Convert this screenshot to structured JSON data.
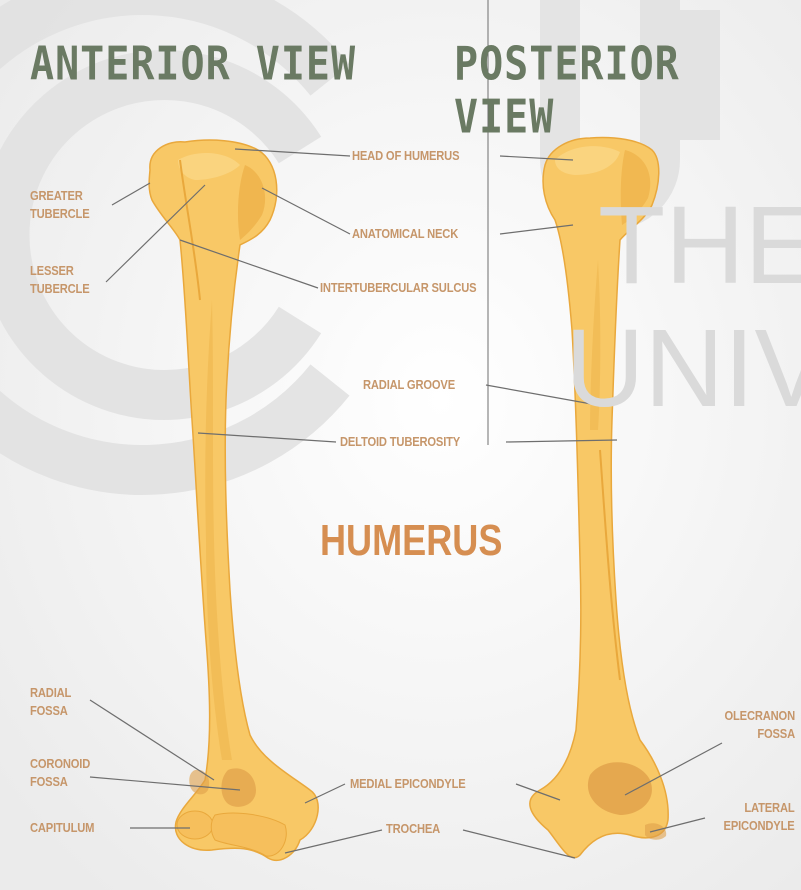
{
  "views": {
    "anterior": "ANTERIOR VIEW",
    "posterior": "POSTERIOR VIEW"
  },
  "title": "HUMERUS",
  "watermark": {
    "line1": "THE",
    "line2": "UNIV"
  },
  "labels": {
    "head_of_humerus": "HEAD OF HUMERUS",
    "greater_tubercle": "GREATER\nTUBERCLE",
    "anatomical_neck": "ANATOMICAL NECK",
    "lesser_tubercle": "LESSER\nTUBERCLE",
    "intertubercular_sulcus": "INTERTUBERCULAR SULCUS",
    "radial_groove": "RADIAL GROOVE",
    "deltoid_tuberosity": "DELTOID TUBEROSITY",
    "radial_fossa": "RADIAL\nFOSSA",
    "olecranon_fossa": "OLECRANON\nFOSSA",
    "coronoid_fossa": "CORONOID\nFOSSA",
    "medial_epicondyle": "MEDIAL EPICONDYLE",
    "lateral_epicondyle": "LATERAL\nEPICONDYLE",
    "capitulum": "CAPITULUM",
    "trochea": "TROCHEA"
  },
  "colors": {
    "bone": "#f8c866",
    "bone_shadow": "#e9a83c",
    "bone_highlight": "#fbd98a",
    "label": "#c6966a",
    "title": "#d68e51",
    "view_title": "#6a7a63",
    "leader_line": "#6e6e6e"
  }
}
